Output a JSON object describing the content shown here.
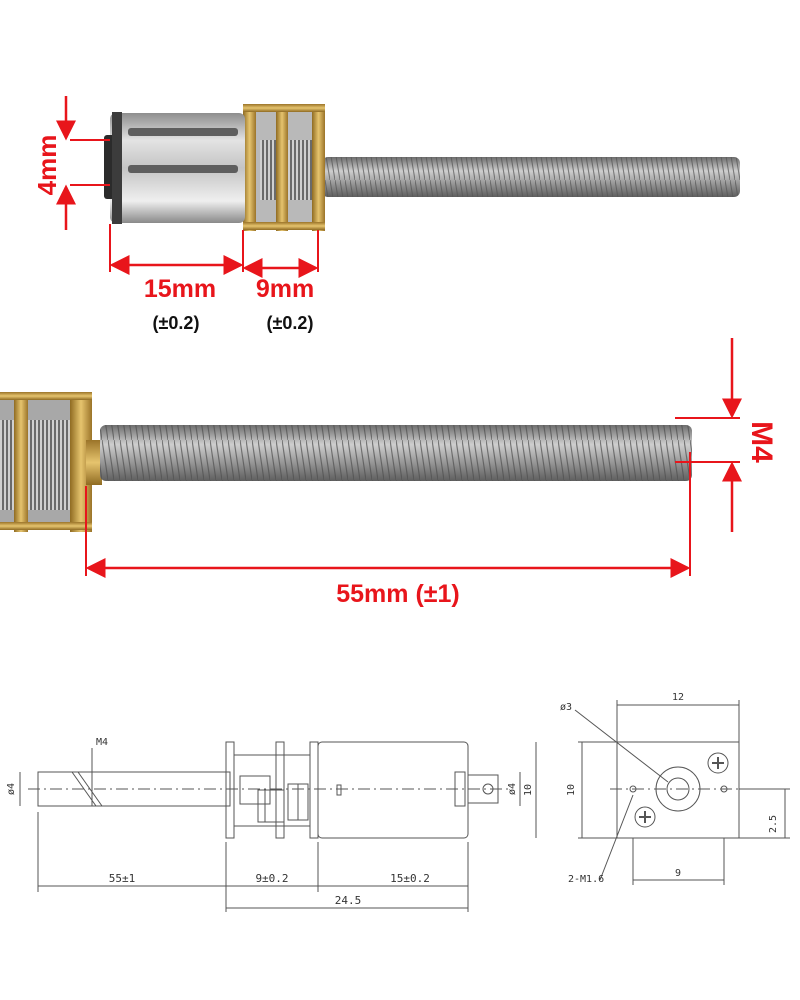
{
  "photo_top": {
    "dim_height": "4mm",
    "dim_motor": "15mm",
    "dim_motor_tol": "(±0.2)",
    "dim_gearbox": "9mm",
    "dim_gearbox_tol": "(±0.2)"
  },
  "photo_middle": {
    "dim_shaft_length": "55mm (±1)",
    "dim_thread": "M4"
  },
  "drawing": {
    "side": {
      "thread_label": "M4",
      "shaft_dia": "ø4",
      "boss_dia": "ø4",
      "body_height": "10",
      "dim_shaft": "55±1",
      "dim_gearbox": "9±0.2",
      "dim_motor": "15±0.2",
      "dim_total": "24.5"
    },
    "end": {
      "hole_dia": "ø3",
      "width": "12",
      "height": "10",
      "offset": "2.5",
      "hole_spacing": "9",
      "mount_holes": "2-M1.6"
    }
  },
  "colors": {
    "dimension_red": "#e8151b",
    "brass": "#c9a24a",
    "steel": "#a9a9a9",
    "drawing_line": "#555555"
  }
}
